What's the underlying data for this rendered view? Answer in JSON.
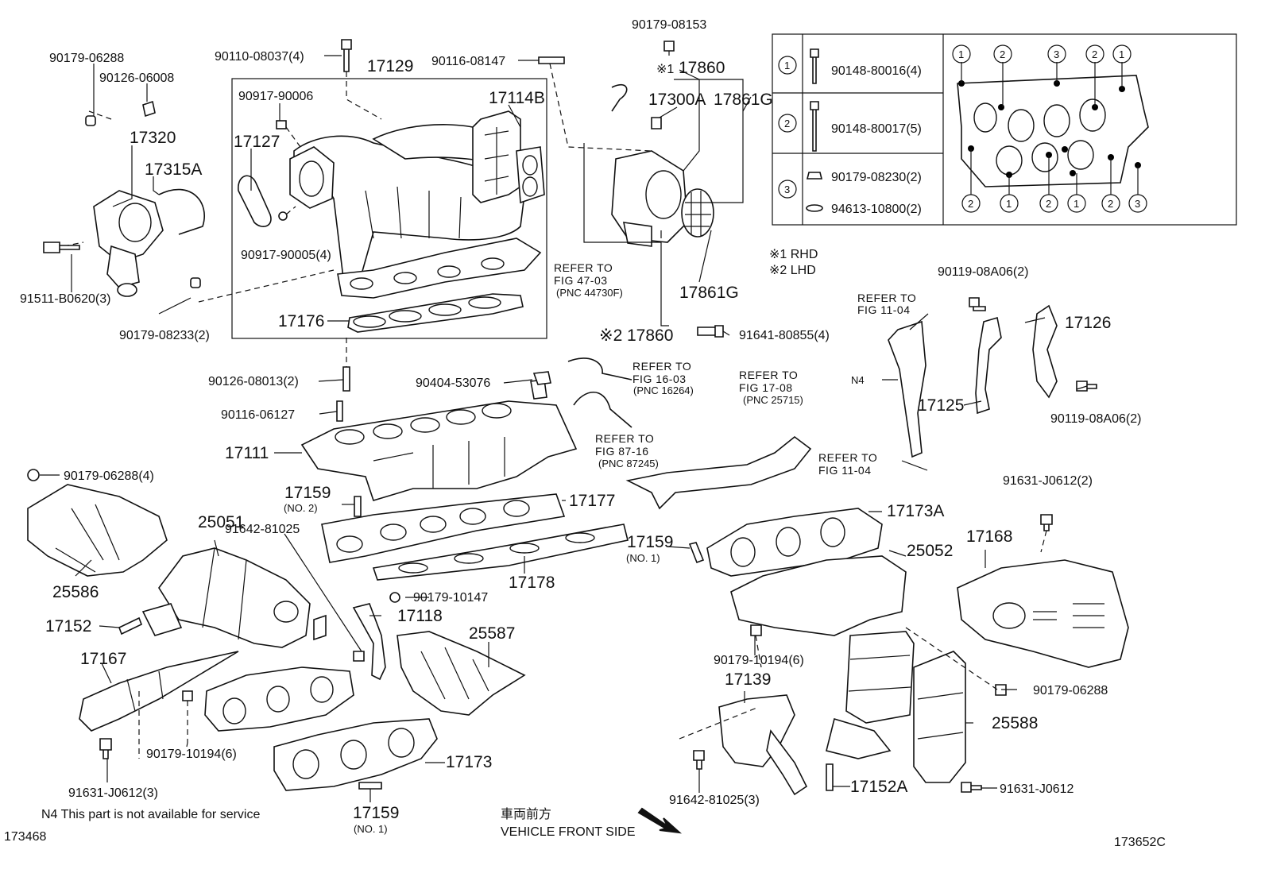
{
  "labels": {
    "p90179_06288_tl": "90179-06288",
    "p90126_06008": "90126-06008",
    "p90110_08037": "90110-08037(4)",
    "p17129": "17129",
    "p90116_08147": "90116-08147",
    "p90179_08153": "90179-08153",
    "rhd_mark": "※1",
    "p17860_top": "17860",
    "p17300A": "17300A",
    "p17861G_top": "17861G",
    "p90917_90006": "90917-90006",
    "p17114B": "17114B",
    "p17127": "17127",
    "p17320": "17320",
    "p17315A": "17315A",
    "p90917_90005": "90917-90005(4)",
    "p91511_B0620": "91511-B0620(3)",
    "p90179_08233": "90179-08233(2)",
    "p17176": "17176",
    "ref47_1": "REFER TO",
    "ref47_2": "FIG 47-03",
    "ref47_3": "(PNC 44730F)",
    "p17861G_bot": "17861G",
    "lhd_mark": "※2",
    "p17860_bot": "17860",
    "p91641_80855": "91641-80855(4)",
    "note_rhd": "※1  RHD",
    "note_lhd": "※2  LHD",
    "ref11_1": "REFER TO",
    "ref11_2": "FIG 11-04",
    "p90119_08A06_top": "90119-08A06(2)",
    "p17126": "17126",
    "n4_mark": "N4",
    "p17125": "17125",
    "p90119_08A06_bot": "90119-08A06(2)",
    "p90126_08013": "90126-08013(2)",
    "p90404_53076": "90404-53076",
    "ref16_1": "REFER TO",
    "ref16_2": "FIG 16-03",
    "ref16_3": "(PNC 16264)",
    "ref17_1": "REFER TO",
    "ref17_2": "FIG 17-08",
    "ref17_3": "(PNC 25715)",
    "p90116_06127": "90116-06127",
    "ref87_1": "REFER TO",
    "ref87_2": "FIG 87-16",
    "ref87_3": "(PNC 87245)",
    "p17111": "17111",
    "ref11b_1": "REFER TO",
    "ref11b_2": "FIG 11-04",
    "p90179_06288_4": "90179-06288(4)",
    "p17159_no2": "17159",
    "no2": "(NO. 2)",
    "p17177": "17177",
    "p91631_J0612_2": "91631-J0612(2)",
    "p25051": "25051",
    "p91642_81025": "91642-81025",
    "p17173A": "17173A",
    "p17168": "17168",
    "p17159_no1_r": "17159",
    "no1_r": "(NO. 1)",
    "p25052": "25052",
    "p17178": "17178",
    "p25586": "25586",
    "p90179_10147": "90179-10147",
    "p17152": "17152",
    "p17118": "17118",
    "p25587": "25587",
    "p17167": "17167",
    "p90179_10194_r": "90179-10194(6)",
    "p17139": "17139",
    "p90179_06288_r": "90179-06288",
    "p25588": "25588",
    "p90179_10194_l": "90179-10194(6)",
    "p17173": "17173",
    "p91631_J0612_3": "91631-J0612(3)",
    "p91642_81025_3": "91642-81025(3)",
    "p17152A": "17152A",
    "p91631_J0612": "91631-J0612",
    "n4_note": "N4  This part is not available for service",
    "p17159_no1_b": "17159",
    "no1_b": "(NO. 1)",
    "front_jp": "車両前方",
    "front_en": "VEHICLE FRONT SIDE",
    "fig_left": "173468",
    "fig_right": "173652C"
  },
  "table": {
    "row1_num": "1",
    "row1_part": "90148-80016(4)",
    "row2_num": "2",
    "row2_part": "90148-80017(5)",
    "row3_num": "3",
    "row3_part_a": "90179-08230(2)",
    "row3_part_b": "94613-10800(2)"
  },
  "bolt_pattern_top": [
    "1",
    "2",
    "3",
    "2",
    "1"
  ],
  "bolt_pattern_bottom": [
    "2",
    "1",
    "2",
    "1",
    "2",
    "3"
  ]
}
